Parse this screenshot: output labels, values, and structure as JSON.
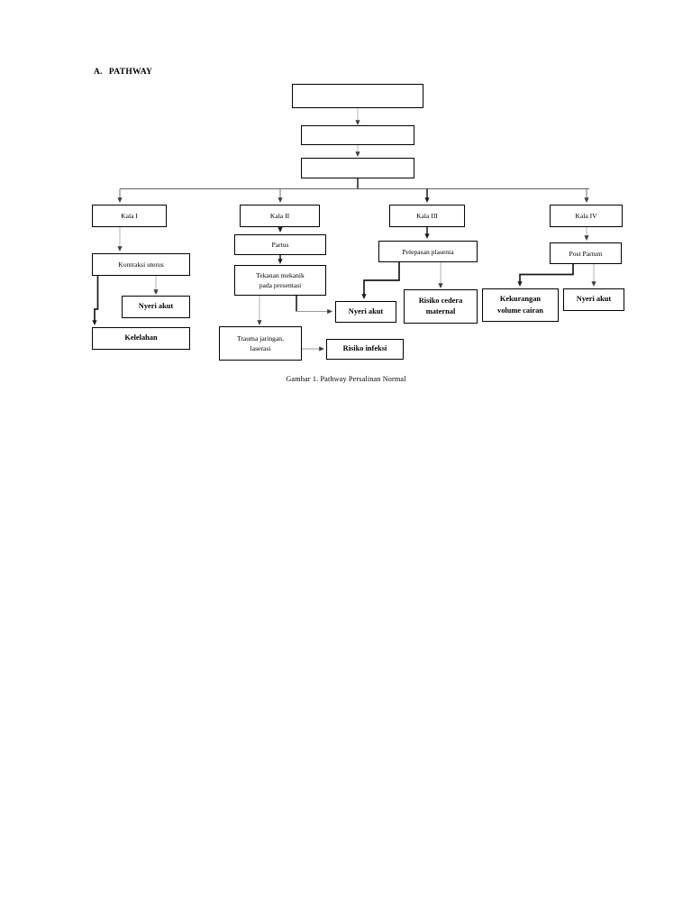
{
  "document": {
    "heading": {
      "letter": "A.",
      "title": "PATHWAY"
    },
    "caption": "Gambar 1. Pathway Persalinan Normal"
  },
  "diagram": {
    "type": "flowchart",
    "title": "Pathway Persalinan Normal",
    "nodes": [
      {
        "id": "top1",
        "label": "",
        "note": "empty box"
      },
      {
        "id": "top2",
        "label": "",
        "note": "empty box"
      },
      {
        "id": "top3",
        "label": "",
        "note": "empty box"
      },
      {
        "id": "kala1",
        "label": "Kala I"
      },
      {
        "id": "kala2",
        "label": "Kala II"
      },
      {
        "id": "kala3",
        "label": "Kala III"
      },
      {
        "id": "kala4",
        "label": "Kala IV"
      },
      {
        "id": "kontraksi",
        "label": "Kontraksi uterus"
      },
      {
        "id": "partus",
        "label": "Partus"
      },
      {
        "id": "pelepasan",
        "label": "Pelepasan plasenta"
      },
      {
        "id": "postpartum",
        "label": "Post Partum"
      },
      {
        "id": "nyeri1",
        "label": "Nyeri akut"
      },
      {
        "id": "tekanan",
        "label": "Tekanan mekanik\npada presentasi"
      },
      {
        "id": "nyeri2",
        "label": "Nyeri akut"
      },
      {
        "id": "risikocedera",
        "label": "Risiko cedera\nmaternal"
      },
      {
        "id": "kekurangan",
        "label": "Kekurangan\nvolume cairan"
      },
      {
        "id": "nyeri3",
        "label": "Nyeri akut"
      },
      {
        "id": "kelelahan",
        "label": "Kelelahan"
      },
      {
        "id": "trauma",
        "label": "Trauma jaringan,\nlaserasi"
      },
      {
        "id": "risikoinfeksi",
        "label": "Risiko infeksi"
      }
    ],
    "edges": [
      {
        "from": "top1",
        "to": "top2"
      },
      {
        "from": "top2",
        "to": "top3"
      },
      {
        "from": "top3",
        "to": "kala1"
      },
      {
        "from": "top3",
        "to": "kala2"
      },
      {
        "from": "top3",
        "to": "kala3"
      },
      {
        "from": "top3",
        "to": "kala4"
      },
      {
        "from": "kala1",
        "to": "kontraksi"
      },
      {
        "from": "kontraksi",
        "to": "nyeri1"
      },
      {
        "from": "kontraksi",
        "to": "kelelahan"
      },
      {
        "from": "kala2",
        "to": "partus"
      },
      {
        "from": "partus",
        "to": "tekanan"
      },
      {
        "from": "tekanan",
        "to": "nyeri2"
      },
      {
        "from": "tekanan",
        "to": "trauma"
      },
      {
        "from": "trauma",
        "to": "risikoinfeksi"
      },
      {
        "from": "kala3",
        "to": "pelepasan"
      },
      {
        "from": "pelepasan",
        "to": "nyeri2"
      },
      {
        "from": "pelepasan",
        "to": "risikocedera"
      },
      {
        "from": "kala4",
        "to": "postpartum"
      },
      {
        "from": "postpartum",
        "to": "kekurangan"
      },
      {
        "from": "postpartum",
        "to": "nyeri3"
      }
    ],
    "colors": {
      "box_border": "#000000",
      "connector_dark": "#1a1a1a",
      "connector_light": "#9a9a9a",
      "background": "#ffffff"
    }
  }
}
